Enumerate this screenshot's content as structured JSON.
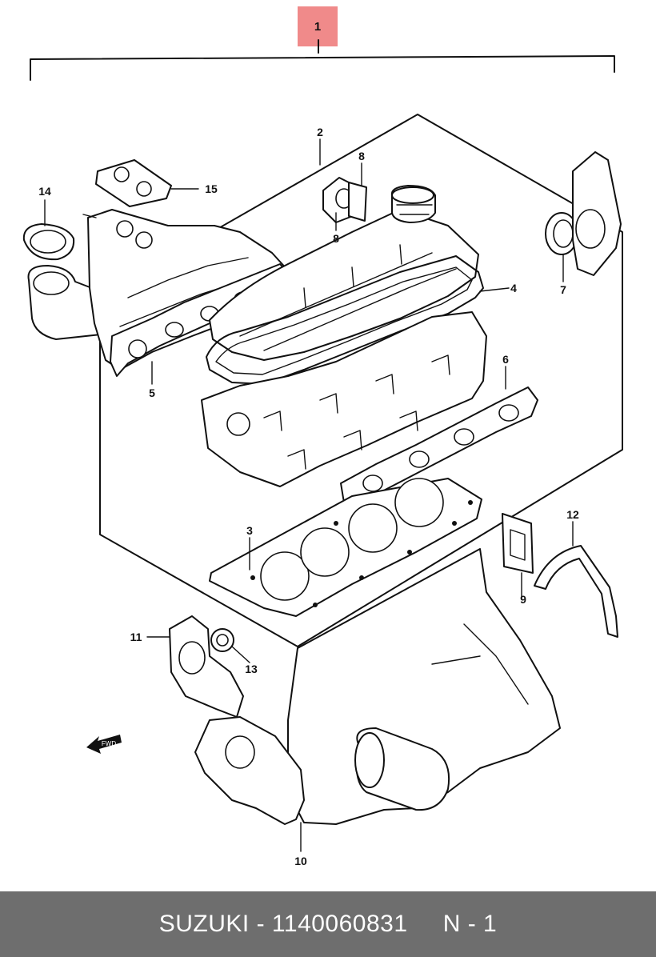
{
  "diagram": {
    "kit_label": "1",
    "kit_badge_color": "#f08a8a",
    "callouts": {
      "c2": "2",
      "c3": "3",
      "c4": "4",
      "c5": "5",
      "c6": "6",
      "c7": "7",
      "c8a": "8",
      "c8b": "8",
      "c9": "9",
      "c10": "10",
      "c11": "11",
      "c12": "12",
      "c13": "13",
      "c14": "14",
      "c15": "15"
    },
    "fwd_arrow_label": "FWD"
  },
  "footer": {
    "text": "SUZUKI - 1140060831     N - 1",
    "background": "#6e6e6e"
  }
}
